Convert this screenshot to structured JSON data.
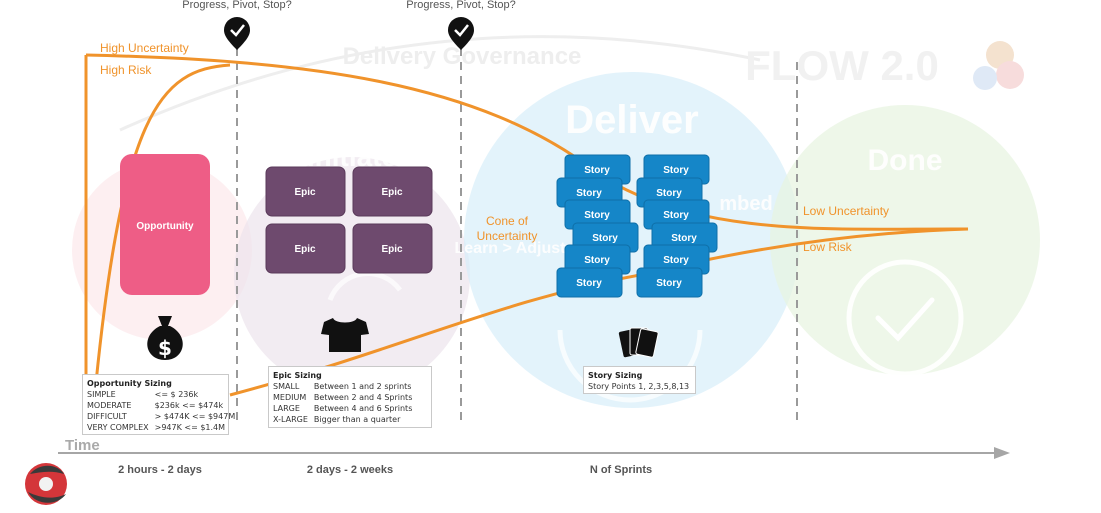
{
  "header": {
    "checkpoint_1": "Progress, Pivot, Stop?",
    "checkpoint_2": "Progress, Pivot, Stop?",
    "governance": "Delivery Governance",
    "brand": "FLOW 2.0"
  },
  "phases": {
    "initiate": "Initiate",
    "deliver": "Deliver",
    "done": "Done",
    "embed_fragment": "mbed",
    "learn_adjust": "Learn > Adjust"
  },
  "cone": {
    "high_uncertainty": "High Uncertainty",
    "high_risk": "High Risk",
    "low_uncertainty": "Low Uncertainty",
    "low_risk": "Low Risk",
    "cone_line1": "Cone of",
    "cone_line2": "Uncertainty"
  },
  "cards": {
    "opportunity": "Opportunity",
    "epic": "Epic",
    "story": "Story"
  },
  "opportunity_sizing": {
    "title": "Opportunity Sizing",
    "rows": [
      [
        "SIMPLE",
        "<= $ 236k"
      ],
      [
        "MODERATE",
        "$236k <= $474k"
      ],
      [
        "DIFFICULT",
        "> $474K <= $947M"
      ],
      [
        "VERY COMPLEX",
        ">947K <= $1.4M"
      ]
    ]
  },
  "epic_sizing": {
    "title": "Epic Sizing",
    "rows": [
      [
        "SMALL",
        "Between 1 and 2 sprints"
      ],
      [
        "MEDIUM",
        "Between 2 and 4 Sprints"
      ],
      [
        "LARGE",
        "Between 4 and 6 Sprints"
      ],
      [
        "X-LARGE",
        "Bigger than a quarter"
      ]
    ]
  },
  "story_sizing": {
    "title": "Story Sizing",
    "line": "Story Points 1, 2,3,5,8,13"
  },
  "timeline": {
    "label": "Time",
    "segment_1": "2 hours - 2 days",
    "segment_2": "2 days - 2 weeks",
    "segment_3": "N of Sprints"
  },
  "icons": {
    "checkpoint": "map-pin-check-icon",
    "money": "money-bag-icon",
    "tshirt": "tshirt-icon",
    "cards": "card-deck-icon",
    "logo": "flow-logo-icon"
  },
  "colors": {
    "orange": "#F0932B",
    "opportunity": "#EE5D86",
    "epic": "#6E4A6E",
    "story": "#1586C8",
    "deliver_circle": "#D7EEF9",
    "done_circle": "#E7F4DF",
    "initiate_circle": "#ECE4EC",
    "opportunity_circle": "#FBE1E6"
  }
}
